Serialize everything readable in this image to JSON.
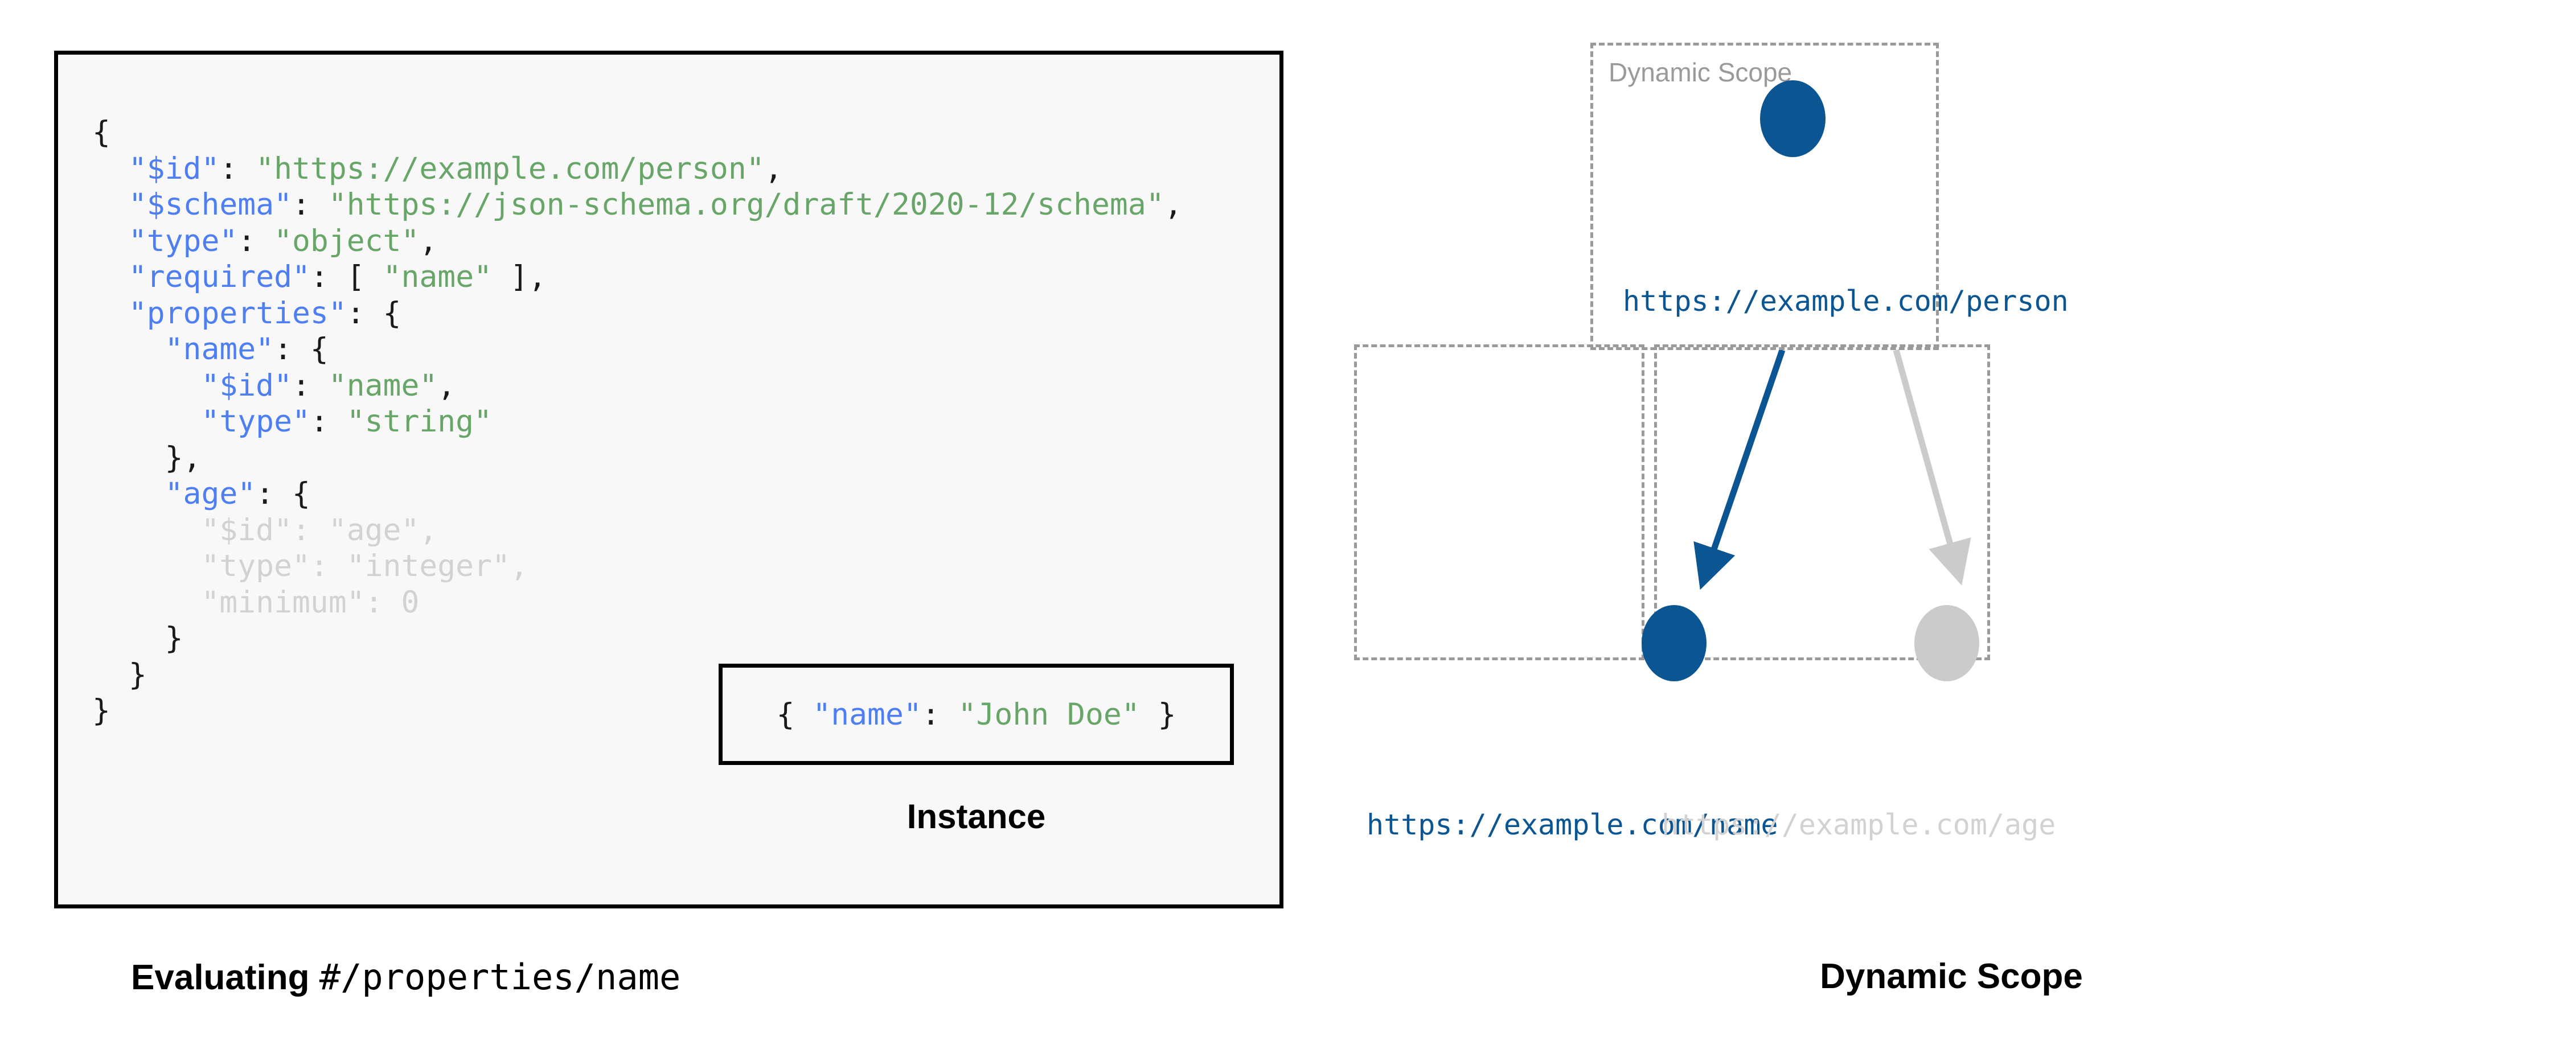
{
  "left": {
    "schema_code": {
      "lines": [
        [
          {
            "t": "{",
            "c": "p"
          }
        ],
        [
          {
            "t": "  ",
            "c": "p"
          },
          {
            "t": "\"$id\"",
            "c": "k"
          },
          {
            "t": ": ",
            "c": "p"
          },
          {
            "t": "\"https://example.com/person\"",
            "c": "s"
          },
          {
            "t": ",",
            "c": "p"
          }
        ],
        [
          {
            "t": "  ",
            "c": "p"
          },
          {
            "t": "\"$schema\"",
            "c": "k"
          },
          {
            "t": ": ",
            "c": "p"
          },
          {
            "t": "\"https://json-schema.org/draft/2020-12/schema\"",
            "c": "s"
          },
          {
            "t": ",",
            "c": "p"
          }
        ],
        [
          {
            "t": "  ",
            "c": "p"
          },
          {
            "t": "\"type\"",
            "c": "k"
          },
          {
            "t": ": ",
            "c": "p"
          },
          {
            "t": "\"object\"",
            "c": "s"
          },
          {
            "t": ",",
            "c": "p"
          }
        ],
        [
          {
            "t": "  ",
            "c": "p"
          },
          {
            "t": "\"required\"",
            "c": "k"
          },
          {
            "t": ": [ ",
            "c": "p"
          },
          {
            "t": "\"name\"",
            "c": "s"
          },
          {
            "t": " ],",
            "c": "p"
          }
        ],
        [
          {
            "t": "  ",
            "c": "p"
          },
          {
            "t": "\"properties\"",
            "c": "k"
          },
          {
            "t": ": {",
            "c": "p"
          }
        ],
        [
          {
            "t": "    ",
            "c": "p"
          },
          {
            "t": "\"name\"",
            "c": "k"
          },
          {
            "t": ": {",
            "c": "p"
          }
        ],
        [
          {
            "t": "      ",
            "c": "p"
          },
          {
            "t": "\"$id\"",
            "c": "k"
          },
          {
            "t": ": ",
            "c": "p"
          },
          {
            "t": "\"name\"",
            "c": "s"
          },
          {
            "t": ",",
            "c": "p"
          }
        ],
        [
          {
            "t": "      ",
            "c": "p"
          },
          {
            "t": "\"type\"",
            "c": "k"
          },
          {
            "t": ": ",
            "c": "p"
          },
          {
            "t": "\"string\"",
            "c": "s"
          }
        ],
        [
          {
            "t": "    },",
            "c": "p"
          }
        ],
        [
          {
            "t": "    ",
            "c": "p"
          },
          {
            "t": "\"age\"",
            "c": "k"
          },
          {
            "t": ": {",
            "c": "p"
          }
        ],
        [
          {
            "t": "      ",
            "c": "dim-p"
          },
          {
            "t": "\"$id\"",
            "c": "dim-k"
          },
          {
            "t": ": ",
            "c": "dim-p"
          },
          {
            "t": "\"age\"",
            "c": "dim-s"
          },
          {
            "t": ",",
            "c": "dim-p"
          }
        ],
        [
          {
            "t": "      ",
            "c": "dim-p"
          },
          {
            "t": "\"type\"",
            "c": "dim-k"
          },
          {
            "t": ": ",
            "c": "dim-p"
          },
          {
            "t": "\"integer\"",
            "c": "dim-s"
          },
          {
            "t": ",",
            "c": "dim-p"
          }
        ],
        [
          {
            "t": "      ",
            "c": "dim-p"
          },
          {
            "t": "\"minimum\"",
            "c": "dim-k"
          },
          {
            "t": ": ",
            "c": "dim-p"
          },
          {
            "t": "0",
            "c": "dim-s"
          }
        ],
        [
          {
            "t": "    }",
            "c": "p"
          }
        ],
        [
          {
            "t": "  }",
            "c": "p"
          }
        ],
        [
          {
            "t": "}",
            "c": "p"
          }
        ]
      ]
    },
    "instance": {
      "code_parts": [
        {
          "t": "{ ",
          "c": "p"
        },
        {
          "t": "\"name\"",
          "c": "k"
        },
        {
          "t": ": ",
          "c": "p"
        },
        {
          "t": "\"John Doe\"",
          "c": "s"
        },
        {
          "t": " }",
          "c": "p"
        }
      ],
      "caption": "Instance"
    },
    "caption": {
      "bold_prefix": "Evaluating ",
      "mono_path": "#/properties/name"
    }
  },
  "right": {
    "scope_label": "Dynamic Scope",
    "nodes": [
      {
        "id": "person",
        "label": "https://example.com/person",
        "state": "active"
      },
      {
        "id": "name",
        "label": "https://example.com/name",
        "state": "active"
      },
      {
        "id": "age",
        "label": "https://example.com/age",
        "state": "inactive"
      }
    ],
    "caption": "Dynamic Scope"
  },
  "colors": {
    "accent_blue": "#0b5593",
    "key_blue": "#4d7ef2",
    "string_green": "#68a568",
    "inactive_gray": "#cbcbcb",
    "faded_text": "#d2d2d2",
    "dashed_border": "#9a9a9a",
    "panel_bg": "#f8f8f8",
    "panel_border": "#000000"
  }
}
